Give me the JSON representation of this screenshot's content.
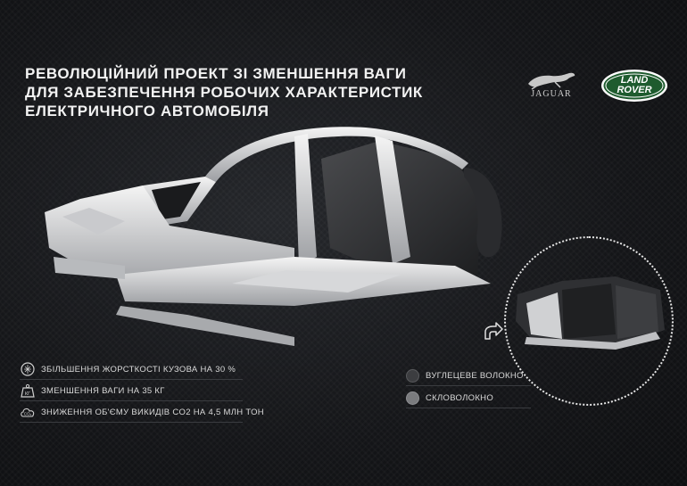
{
  "title": {
    "line1": "РЕВОЛЮЦІЙНИЙ ПРОЕКТ ЗІ ЗМЕНШЕННЯ ВАГИ",
    "line2": "ДЛЯ ЗАБЕЗПЕЧЕННЯ РОБОЧИХ ХАРАКТЕРИСТИК",
    "line3": "ЕЛЕКТРИЧНОГО АВТОМОБІЛЯ"
  },
  "logos": {
    "jaguar": "JAGUAR",
    "land_rover_line1": "LAND",
    "land_rover_line2": "ROVER",
    "land_rover_color": "#1e5b2e"
  },
  "features": [
    {
      "icon": "stiffness-icon",
      "text": "ЗБІЛЬШЕННЯ ЖОРСТКОСТІ КУЗОВА НА 30 %"
    },
    {
      "icon": "weight-icon",
      "icon_label": "КГ",
      "text": "ЗМЕНШЕННЯ ВАГИ НА 35 КГ"
    },
    {
      "icon": "co2-cloud-icon",
      "icon_label": "CO₂",
      "text": "ЗНИЖЕННЯ ОБ'ЄМУ ВИКИДІВ CO2 НА 4,5 МЛН ТОН"
    }
  ],
  "legend": [
    {
      "text": "ВУГЛЕЦЕВЕ ВОЛОКНО",
      "color": "#3c3d40"
    },
    {
      "text": "СКЛОВОЛОКНО",
      "color": "#7a7b7e"
    }
  ]
}
